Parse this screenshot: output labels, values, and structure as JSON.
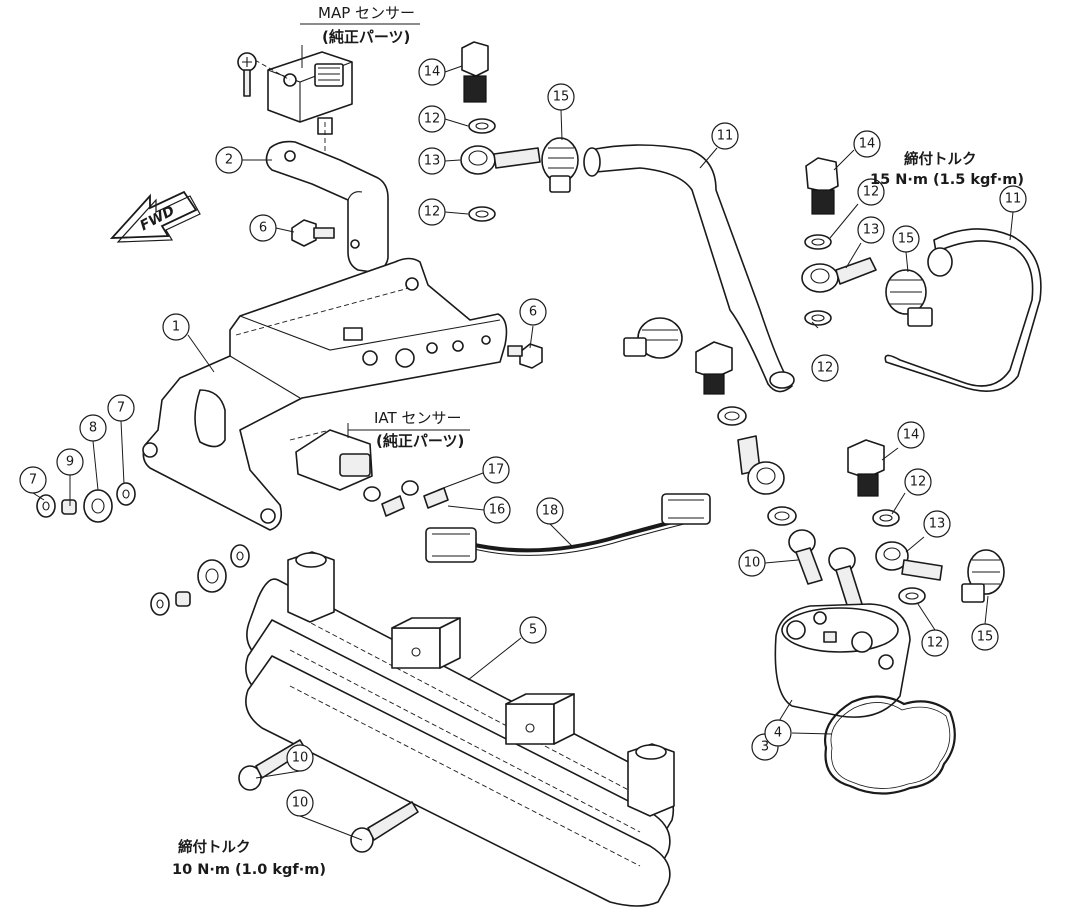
{
  "labels": {
    "map_sensor": "MAP センサー",
    "map_sensor_note": "(純正パーツ)",
    "iat_sensor": "IAT センサー",
    "iat_sensor_note": "(純正パーツ)",
    "fwd": "FWD"
  },
  "torque_notes": {
    "banjo_bolt": {
      "title": "締付トルク",
      "value": "15 N·m (1.5 kgf·m)"
    },
    "cooler_bolt": {
      "title": "締付トルク",
      "value": "10 N·m (1.0 kgf·m)"
    }
  },
  "callouts": [
    "1",
    "2",
    "3",
    "4",
    "5",
    "6",
    "6",
    "7",
    "7",
    "8",
    "9",
    "10",
    "10",
    "10",
    "11",
    "11",
    "12",
    "12",
    "12",
    "12",
    "12",
    "12",
    "13",
    "13",
    "13",
    "14",
    "14",
    "14",
    "15",
    "15",
    "15",
    "16",
    "17",
    "18"
  ]
}
